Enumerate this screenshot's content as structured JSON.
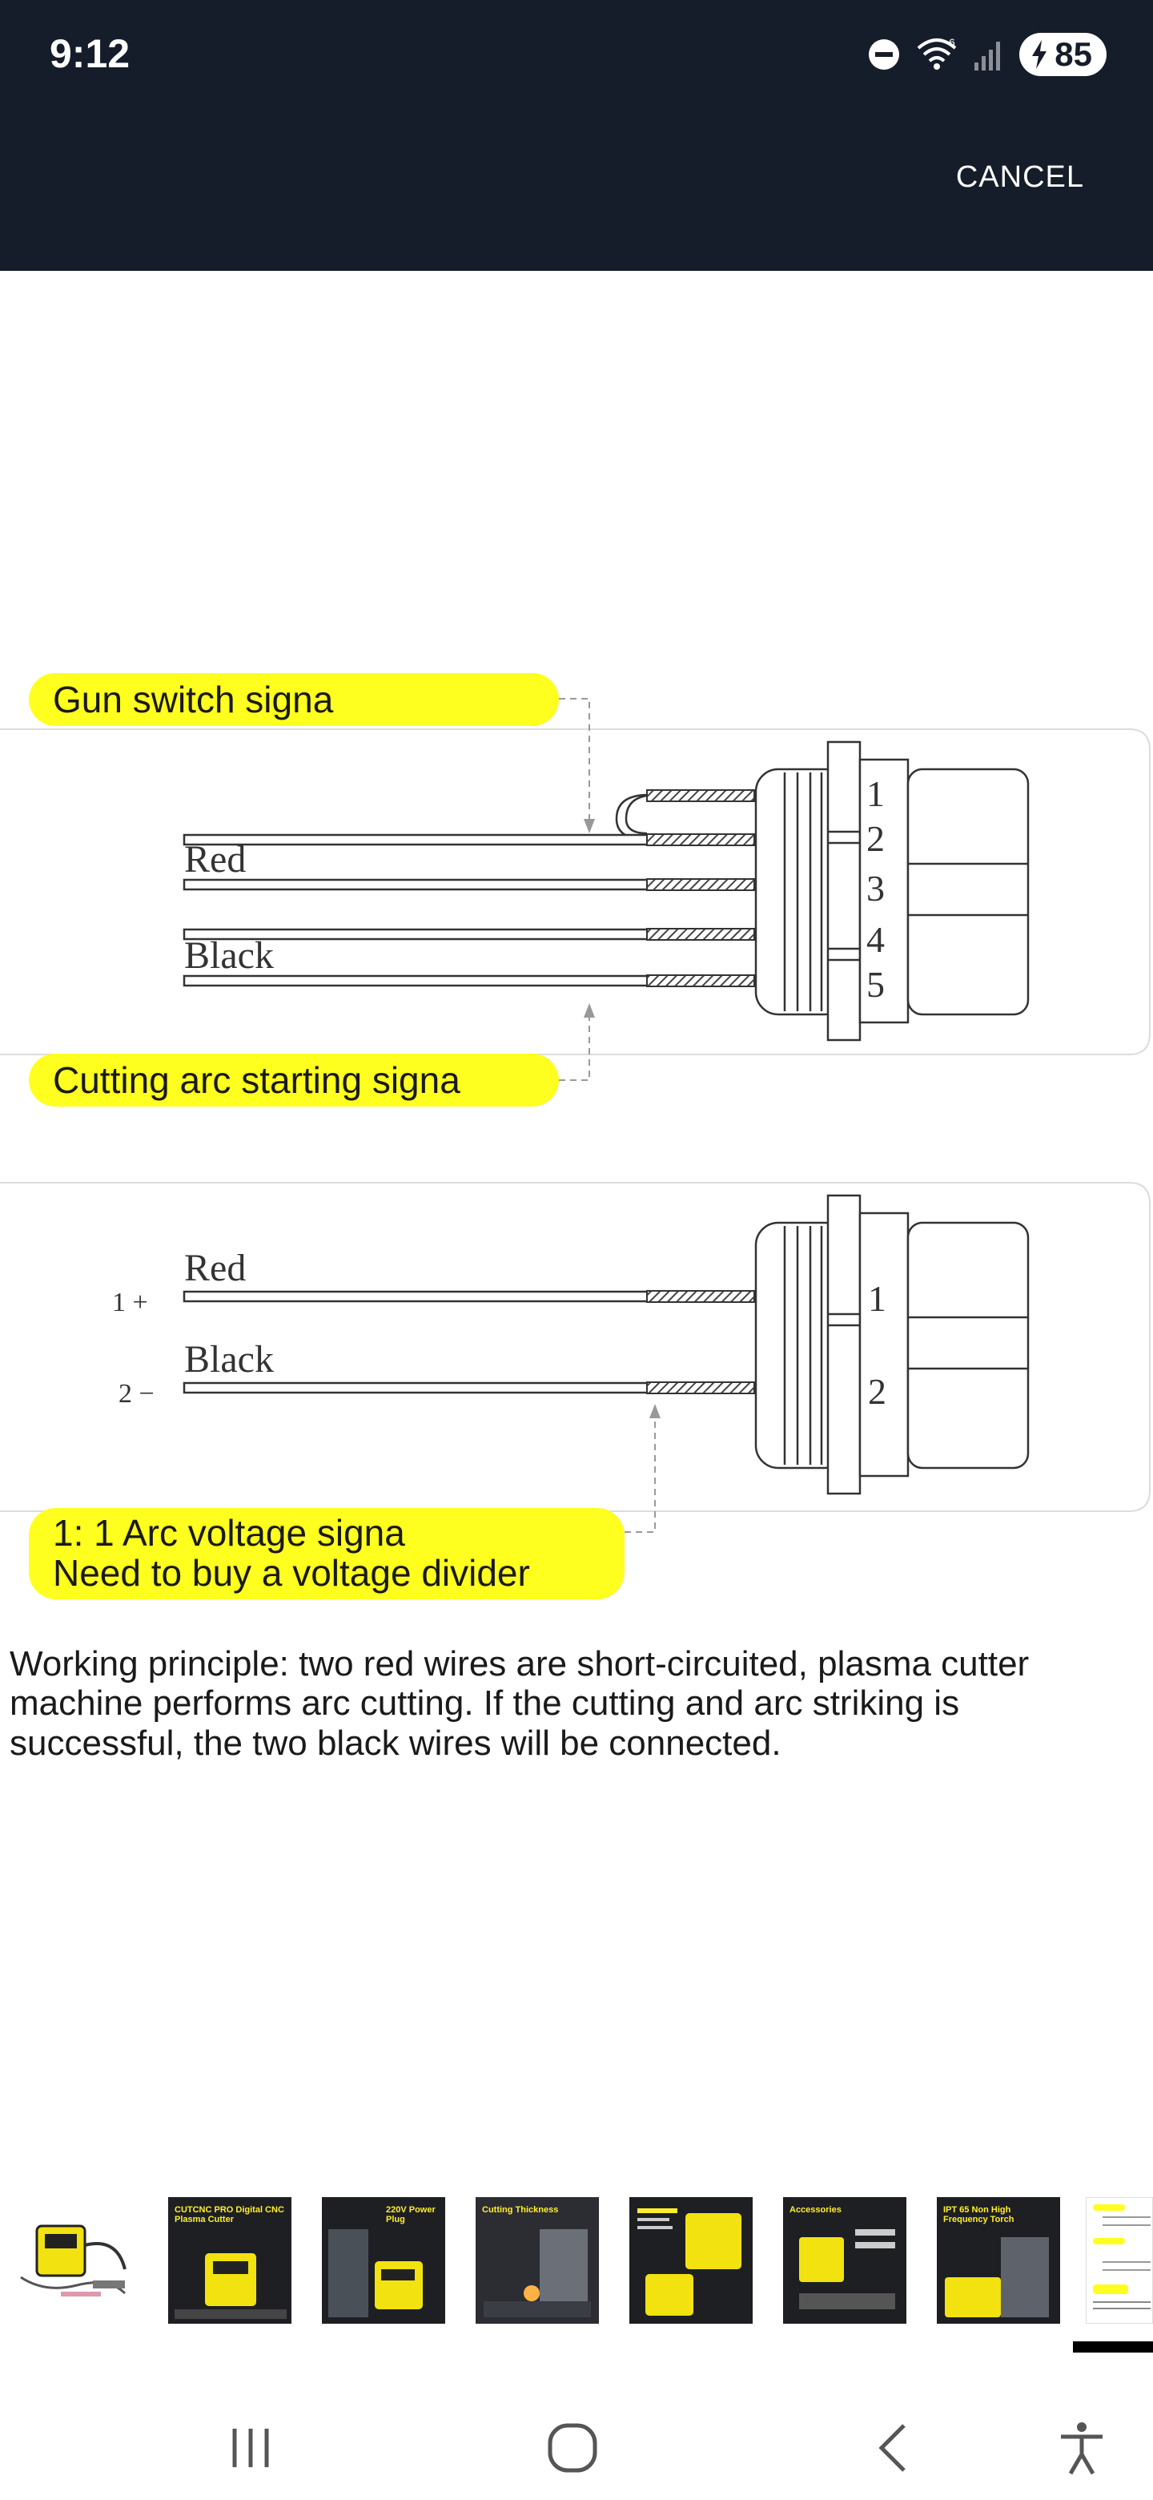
{
  "status_bar": {
    "time": "9:12",
    "battery": "85"
  },
  "header": {
    "cancel_label": "CANCEL"
  },
  "diagram": {
    "top": {
      "gun_label": "Gun switch signa",
      "arc_label": "Cutting arc starting signa",
      "wire_red": "Red",
      "wire_black": "Black",
      "pins": [
        "1",
        "2",
        "3",
        "4",
        "5"
      ]
    },
    "bottom": {
      "wire_red": "Red",
      "wire_black": "Black",
      "pos_marker": "1 +",
      "neg_marker": "2 −",
      "pins": [
        "1",
        "2"
      ],
      "voltage_label_line1": "1: 1 Arc voltage signa",
      "voltage_label_line2": "Need to buy a voltage divider"
    }
  },
  "description": "Working principle: two red wires are short-circuited, plasma cutter machine performs arc cutting. If the cutting and arc striking is successful, the two black wires will be connected.",
  "thumbnails": [
    {
      "caption": ""
    },
    {
      "caption": "CUTCNC PRO Digital CNC Plasma Cutter"
    },
    {
      "caption": "220V Power Plug"
    },
    {
      "caption": "Cutting Thickness"
    },
    {
      "caption": ""
    },
    {
      "caption": "Accessories"
    },
    {
      "caption": "IPT 65 Non High Frequency Torch"
    },
    {
      "caption": ""
    }
  ],
  "colors": {
    "header_bg": "#161d2a",
    "label_yellow": "#ffff1f",
    "thumb_yellow": "#ffe600"
  },
  "icons": {
    "dnd": "do-not-disturb-icon",
    "wifi": "wifi-icon",
    "signal": "signal-icon",
    "battery": "battery-charging-icon",
    "nav_recent": "recent-apps-icon",
    "nav_home": "home-icon",
    "nav_back": "back-icon",
    "nav_access": "accessibility-icon"
  }
}
